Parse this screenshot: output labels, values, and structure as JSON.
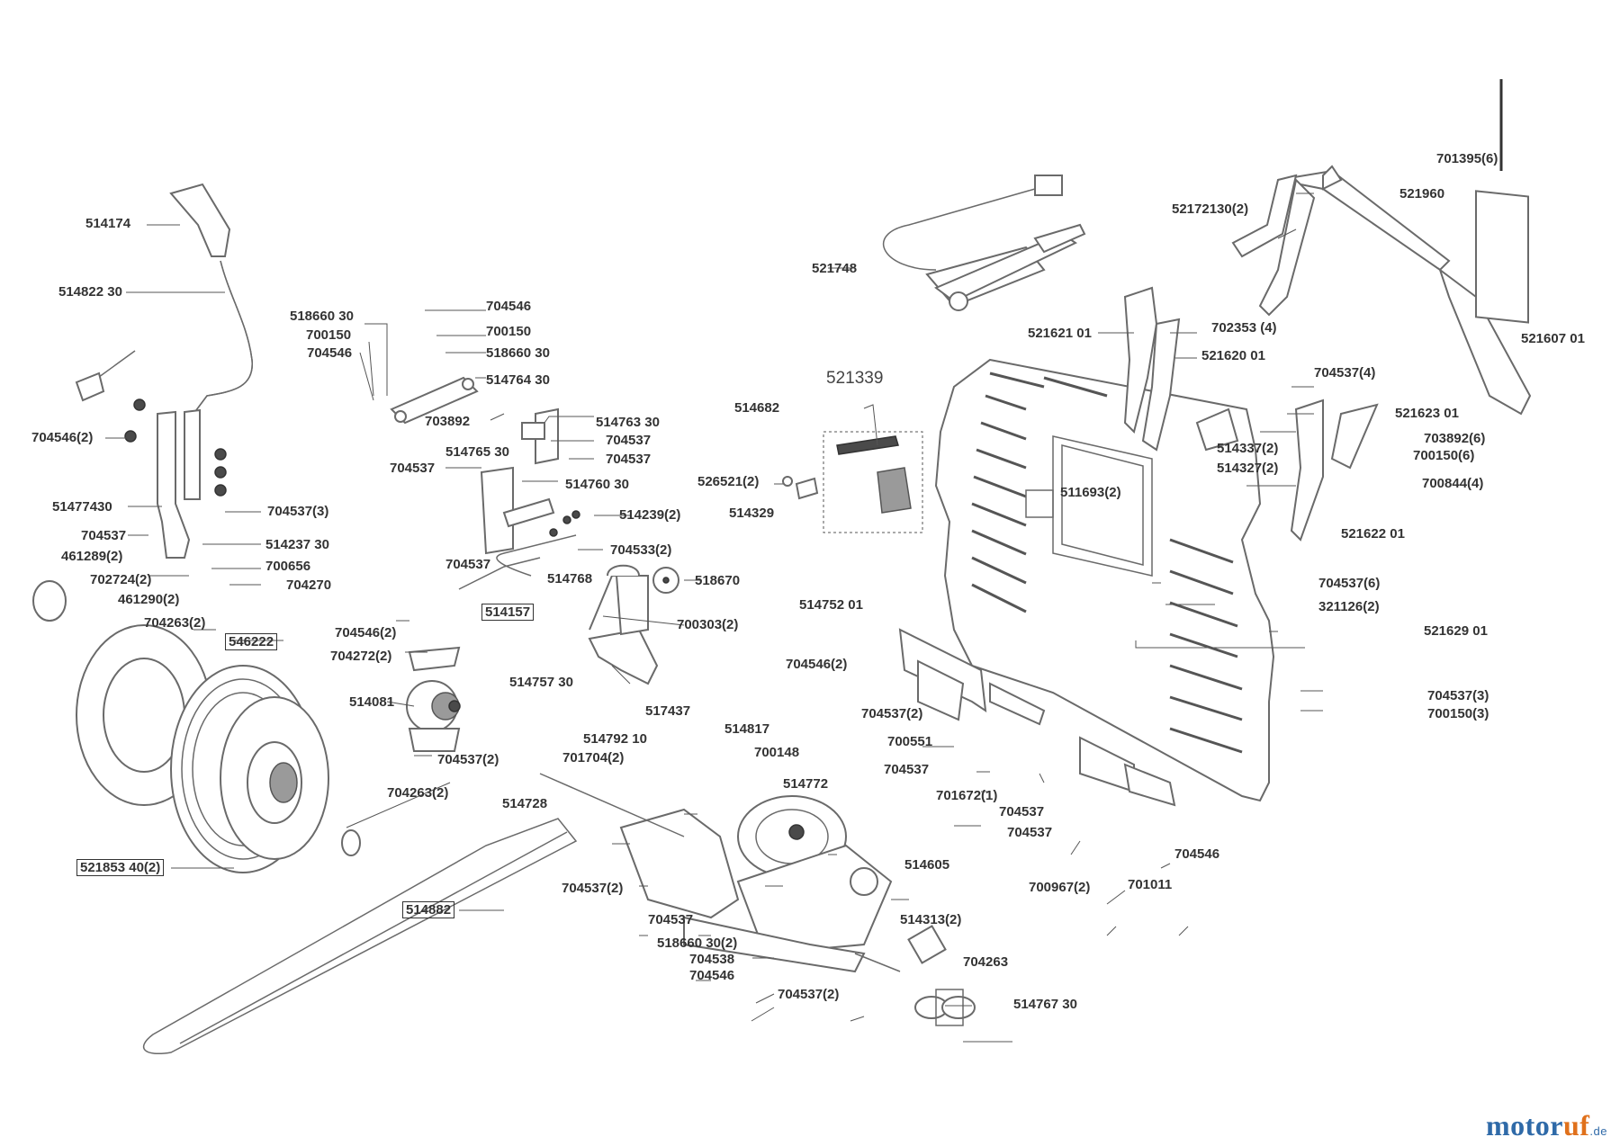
{
  "labels": [
    {
      "key": "p514174",
      "text": "514174"
    },
    {
      "key": "p51482230",
      "text": "514822 30"
    },
    {
      "key": "p70454624",
      "text": "704546(2)"
    },
    {
      "key": "p51477430",
      "text": "51477430"
    },
    {
      "key": "p704537_l1",
      "text": "704537"
    },
    {
      "key": "p46128924",
      "text": "461289(2)"
    },
    {
      "key": "p70272424",
      "text": "702724(2)"
    },
    {
      "key": "p46129024",
      "text": "461290(2)"
    },
    {
      "key": "p70426324_a",
      "text": "704263(2)"
    },
    {
      "key": "p70453734",
      "text": "704537(3)"
    },
    {
      "key": "p51423730",
      "text": "514237 30"
    },
    {
      "key": "p700656",
      "text": "700656"
    },
    {
      "key": "p704270",
      "text": "704270"
    },
    {
      "key": "p51866030_a",
      "text": "518660 30"
    },
    {
      "key": "p700150_a",
      "text": "700150"
    },
    {
      "key": "p704546_a",
      "text": "704546"
    },
    {
      "key": "p704546_b",
      "text": "704546"
    },
    {
      "key": "p700150_b",
      "text": "700150"
    },
    {
      "key": "p51866030_b",
      "text": "518660 30"
    },
    {
      "key": "p51476430",
      "text": "514764 30"
    },
    {
      "key": "p703892",
      "text": "703892"
    },
    {
      "key": "p51476330",
      "text": "514763 30"
    },
    {
      "key": "p51476530",
      "text": "514765 30"
    },
    {
      "key": "p704537_a",
      "text": "704537"
    },
    {
      "key": "p704537_b",
      "text": "704537"
    },
    {
      "key": "p704537_c",
      "text": "704537"
    },
    {
      "key": "p51476030",
      "text": "514760 30"
    },
    {
      "key": "p51423924",
      "text": "514239(2)"
    },
    {
      "key": "p70453324",
      "text": "704533(2)"
    },
    {
      "key": "p704537_d",
      "text": "704537"
    },
    {
      "key": "p514768",
      "text": "514768"
    },
    {
      "key": "p518670",
      "text": "518670"
    },
    {
      "key": "p70030324",
      "text": "700303(2)"
    },
    {
      "key": "p51475730",
      "text": "514757 30"
    },
    {
      "key": "p70454624_b",
      "text": "704546(2)"
    },
    {
      "key": "p70427224",
      "text": "704272(2)"
    },
    {
      "key": "p514081",
      "text": "514081"
    },
    {
      "key": "p70453724_a",
      "text": "704537(2)"
    },
    {
      "key": "p521339",
      "text": "521339"
    },
    {
      "key": "p514682",
      "text": "514682"
    },
    {
      "key": "p52652124",
      "text": "526521(2)"
    },
    {
      "key": "p514329",
      "text": "514329"
    },
    {
      "key": "p521748",
      "text": "521748"
    },
    {
      "key": "p52172130",
      "text": "52172130(2)"
    },
    {
      "key": "p52162101",
      "text": "521621 01"
    },
    {
      "key": "p702353",
      "text": "702353 (4)"
    },
    {
      "key": "p52162001",
      "text": "521620 01"
    },
    {
      "key": "p70139564",
      "text": "701395(6)"
    },
    {
      "key": "p521960",
      "text": "521960"
    },
    {
      "key": "p52160701",
      "text": "521607 01"
    },
    {
      "key": "p70453744",
      "text": "704537(4)"
    },
    {
      "key": "p52162301",
      "text": "521623 01"
    },
    {
      "key": "p51433724",
      "text": "514337(2)"
    },
    {
      "key": "p51432724",
      "text": "514327(2)"
    },
    {
      "key": "p70389264",
      "text": "703892(6)"
    },
    {
      "key": "p70015064",
      "text": "700150(6)"
    },
    {
      "key": "p70084444",
      "text": "700844(4)"
    },
    {
      "key": "p51169324",
      "text": "511693(2)"
    },
    {
      "key": "p52162201",
      "text": "521622 01"
    },
    {
      "key": "p70453764",
      "text": "704537(6)"
    },
    {
      "key": "p32112624",
      "text": "321126(2)"
    },
    {
      "key": "p51475201",
      "text": "514752 01"
    },
    {
      "key": "p52162901",
      "text": "521629 01"
    },
    {
      "key": "p70454624_c",
      "text": "704546(2)"
    },
    {
      "key": "p70453724_b",
      "text": "704537(2)"
    },
    {
      "key": "p700551",
      "text": "700551"
    },
    {
      "key": "p704537_e",
      "text": "704537"
    },
    {
      "key": "p70167214",
      "text": "701672(1)"
    },
    {
      "key": "p704537_f",
      "text": "704537"
    },
    {
      "key": "p704537_g",
      "text": "704537"
    },
    {
      "key": "p704546_c",
      "text": "704546"
    },
    {
      "key": "p70096724",
      "text": "700967(2)"
    },
    {
      "key": "p701011",
      "text": "701011"
    },
    {
      "key": "p70453734_b",
      "text": "704537(3)"
    },
    {
      "key": "p70015034",
      "text": "700150(3)"
    },
    {
      "key": "p517437",
      "text": "517437"
    },
    {
      "key": "p514817",
      "text": "514817"
    },
    {
      "key": "p51479210",
      "text": "514792 10"
    },
    {
      "key": "p700148",
      "text": "700148"
    },
    {
      "key": "p70170424",
      "text": "701704(2)"
    },
    {
      "key": "p514772",
      "text": "514772"
    },
    {
      "key": "p514728",
      "text": "514728"
    },
    {
      "key": "p70426324_b",
      "text": "704263(2)"
    },
    {
      "key": "p514605",
      "text": "514605"
    },
    {
      "key": "p70453724_c",
      "text": "704537(2)"
    },
    {
      "key": "p704537_h",
      "text": "704537"
    },
    {
      "key": "p51431324",
      "text": "514313(2)"
    },
    {
      "key": "p51866030_c",
      "text": "518660 30(2)"
    },
    {
      "key": "p704538",
      "text": "704538"
    },
    {
      "key": "p704546_d",
      "text": "704546"
    },
    {
      "key": "p704263",
      "text": "704263"
    },
    {
      "key": "p70453724_d",
      "text": "704537(2)"
    },
    {
      "key": "p51476730",
      "text": "514767 30"
    }
  ],
  "boxed": [
    {
      "key": "b514157",
      "text": "514157"
    },
    {
      "key": "b546222",
      "text": "546222"
    },
    {
      "key": "b52185340",
      "text": "521853 40(2)"
    },
    {
      "key": "b514882",
      "text": "514882"
    }
  ],
  "watermark": {
    "part1": "motor",
    "part2": "uf",
    "suffix": ".de"
  }
}
